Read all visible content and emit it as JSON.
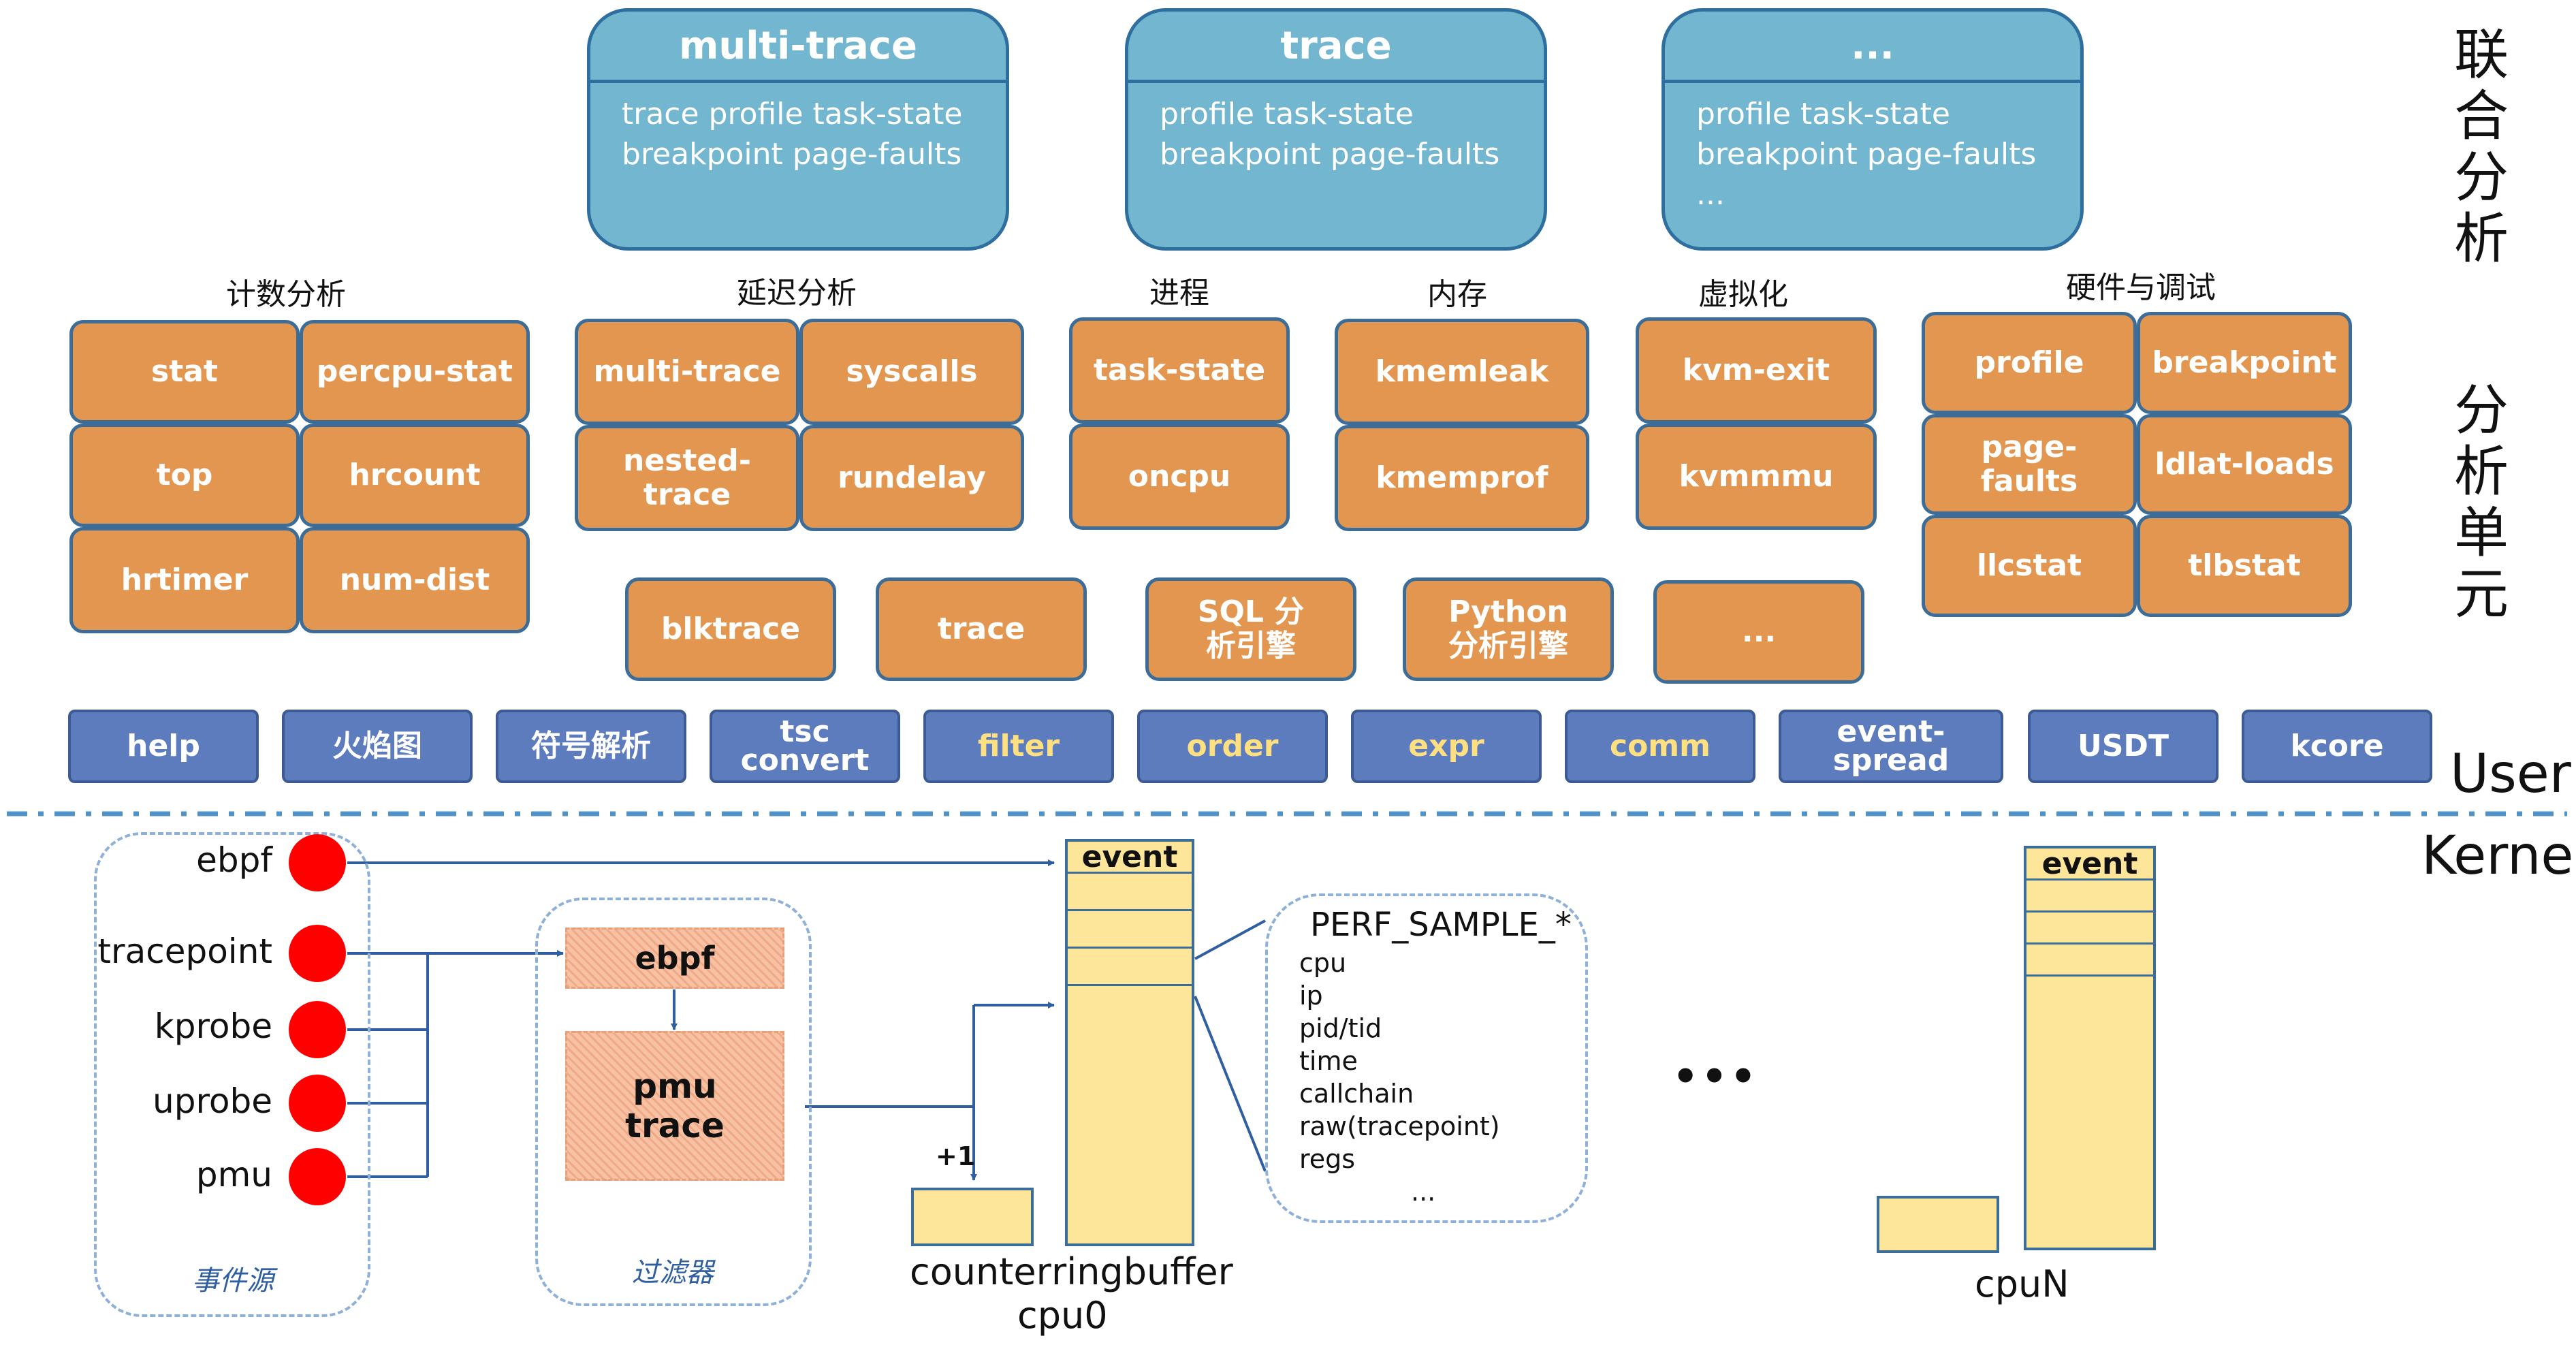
{
  "side_labels": {
    "combined": "联合分析",
    "units": "分析单元",
    "user": "User",
    "kernel": "Kernel"
  },
  "cards": [
    {
      "title": "multi-trace",
      "body": "trace  profile task-state breakpoint page-faults"
    },
    {
      "title": "trace",
      "body": "profile task-state breakpoint page-faults"
    },
    {
      "title": "...",
      "body": "profile task-state breakpoint page-faults ..."
    }
  ],
  "categories": {
    "count": "计数分析",
    "latency": "延迟分析",
    "process": "进程",
    "memory": "内存",
    "virt": "虚拟化",
    "hw": "硬件与调试"
  },
  "units": {
    "stat": "stat",
    "percpu_stat": "percpu-stat",
    "top": "top",
    "hrcount": "hrcount",
    "hrtimer": "hrtimer",
    "num_dist": "num-dist",
    "multi_trace": "multi-trace",
    "syscalls": "syscalls",
    "nested_trace": "nested-trace",
    "rundelay": "rundelay",
    "task_state": "task-state",
    "oncpu": "oncpu",
    "kmemleak": "kmemleak",
    "kmemprof": "kmemprof",
    "kvm_exit": "kvm-exit",
    "kvmmmu": "kvmmmu",
    "profile": "profile",
    "breakpoint": "breakpoint",
    "page_faults": "page-faults",
    "ldlat_loads": "ldlat-loads",
    "llcstat": "llcstat",
    "tlbstat": "tlbstat",
    "blktrace": "blktrace",
    "trace": "trace",
    "sql": "SQL 分析引擎",
    "python": "Python 分析引擎",
    "more": "..."
  },
  "tools": {
    "help": "help",
    "flame": "火焰图",
    "symbol": "符号解析",
    "tsc": "tsc convert",
    "filter": "filter",
    "order": "order",
    "expr": "expr",
    "comm": "comm",
    "event_spread": "event-spread",
    "usdt": "USDT",
    "kcore": "kcore"
  },
  "kernel": {
    "sources": [
      "ebpf",
      "tracepoint",
      "kprobe",
      "uprobe",
      "pmu"
    ],
    "source_caption": "事件源",
    "filter_caption": "过滤器",
    "filter_ebpf": "ebpf",
    "filter_pmu": "pmu trace",
    "event": "event",
    "plus_one": "+1",
    "counter": "counter",
    "ringbuffer": "ringbuffer",
    "cpu0": "cpu0",
    "cpuN": "cpuN",
    "ellipsis": "•••",
    "perf_title": "PERF_SAMPLE_*",
    "perf_items": [
      "cpu",
      "ip",
      "pid/tid",
      "time",
      "callchain",
      "raw(tracepoint)",
      "regs",
      "..."
    ]
  },
  "colors": {
    "card": "#73b6d0",
    "unit": "#e39650",
    "tool": "#5c7cbe",
    "tool_highlight": "#ffe080",
    "ring": "#fde59a",
    "source_dot": "#ff0000",
    "line": "#2f5fa0"
  }
}
